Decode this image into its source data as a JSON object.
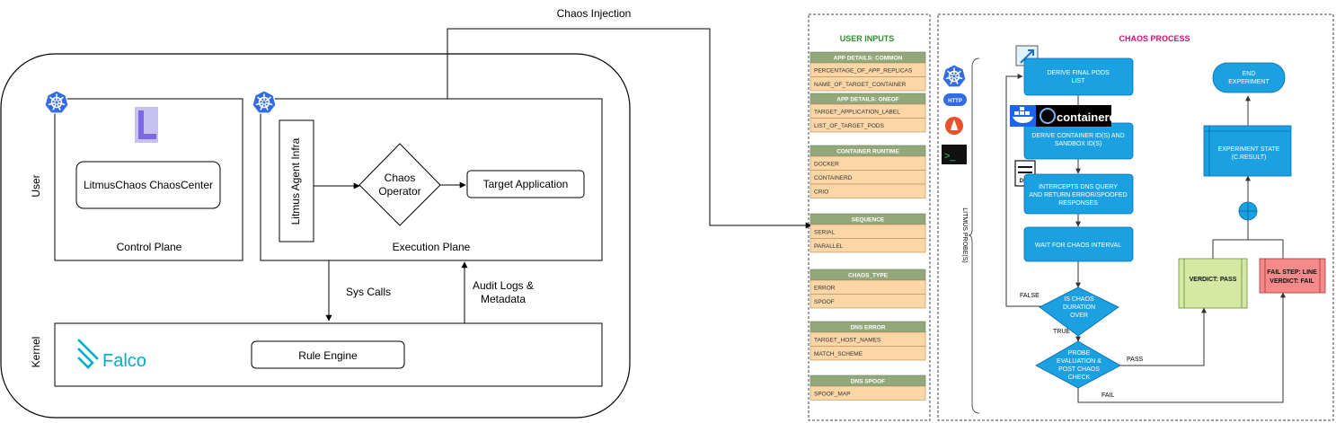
{
  "left": {
    "chaos_injection": "Chaos Injection",
    "user_label": "User",
    "kernel_label": "Kernel",
    "control_plane": {
      "title": "Control Plane",
      "chaoscenter": "LitmusChaos ChaosCenter"
    },
    "execution_plane": {
      "title": "Execution Plane",
      "agent": "Litmus Agent Infra",
      "operator_line1": "Chaos",
      "operator_line2": "Operator",
      "target_app": "Target Application"
    },
    "sys_calls": "Sys Calls",
    "audit_line1": "Audit Logs &",
    "audit_line2": "Metadata",
    "falco": "Falco",
    "rule_engine": "Rule Engine"
  },
  "user_inputs": {
    "title": "USER INPUTS",
    "groups": [
      {
        "header": "APP DETAILS: COMMON",
        "items": [
          "PERCENTAGE_OF_APP_REPLICAS",
          "NAME_OF_TARGET_CONTAINER"
        ]
      },
      {
        "header": "APP DETAILS: ONEOF",
        "items": [
          "TARGET_APPLICATION_LABEL",
          "LIST_OF_TARGET_PODS"
        ]
      },
      {
        "header": "CONTAINER RUNTIME",
        "items": [
          "DOCKER",
          "CONTAINERD",
          "CRIO"
        ]
      },
      {
        "header": "SEQUENCE",
        "items": [
          "SERIAL",
          "PARALLEL"
        ]
      },
      {
        "header": "CHAOS_TYPE",
        "items": [
          "ERROR",
          "SPOOF"
        ]
      },
      {
        "header": "DNS ERROR",
        "items": [
          "TARGET_HOST_NAMES",
          "MATCH_SCHEME"
        ]
      },
      {
        "header": "DNS SPOOF",
        "items": [
          "SPOOF_MAP"
        ]
      }
    ]
  },
  "chaos_process": {
    "title": "CHAOS PROCESS",
    "probe_side": "LITMUS PROBE(S)",
    "http_label": "HTTP",
    "containerd_logo": "containerd",
    "dns_label": "DNS",
    "steps": {
      "derive_pods_1": "DERIVE FINAL PODS",
      "derive_pods_2": "LIST",
      "derive_cont_1": "DERIVE CONTAINER ID(S) AND",
      "derive_cont_2": "SANDBOX ID(S)",
      "intercept_1": "INTERCEPTS DNS QUERY",
      "intercept_2": "AND RETURN ERROR/SPOOFED",
      "intercept_3": "RESPONSES",
      "wait": "WAIT FOR CHAOS INTERVAL",
      "is_chaos_1": "IS CHAOS",
      "is_chaos_2": "DURATION",
      "is_chaos_3": "OVER",
      "probe_1": "PROBE",
      "probe_2": "EVALUATION &",
      "probe_3": "POST CHAOS",
      "probe_4": "CHECK",
      "end_1": "END",
      "end_2": "EXPERIMENT",
      "state_1": "EXPERIMENT STATE",
      "state_2": "(C.RESULT)",
      "pass_verdict": "VERDICT: PASS",
      "fail_1": "FAIL STEP: LINE",
      "fail_2": "VERDICT: FAIL"
    },
    "labels": {
      "false": "FALSE",
      "true": "TRUE",
      "pass": "PASS",
      "fail": "FAIL"
    }
  },
  "colors": {
    "step_blue": "#1ba1e2",
    "step_stroke": "#006eaf",
    "header_green": "#93a87a",
    "item_orange": "#fbd7a8",
    "pass_green": "#d5e8a4",
    "fail_red": "#f58a8a",
    "k8s_blue": "#326ce5",
    "falco_teal": "#00aec7"
  }
}
